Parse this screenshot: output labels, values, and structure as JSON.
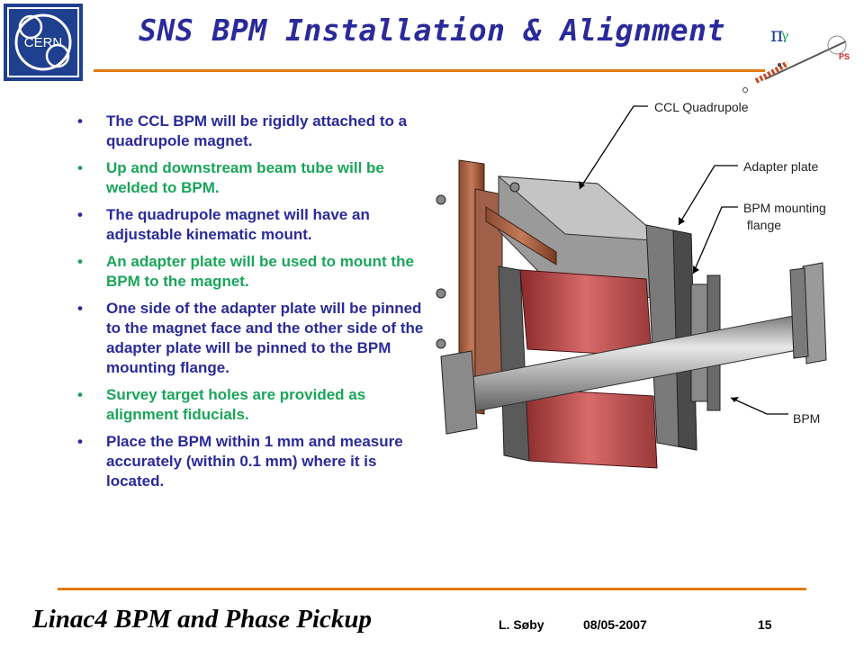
{
  "header": {
    "title": "SNS BPM Installation & Alignment",
    "logo_text": "CERN",
    "corner_logo_text": "PS"
  },
  "bullets": [
    {
      "text": "The CCL BPM will be rigidly attached to a quadrupole magnet.",
      "color": "#2a2a9a"
    },
    {
      "text": "Up and downstream beam tube will be welded to BPM.",
      "color": "#1aa55a"
    },
    {
      "text": "The quadrupole magnet will have an adjustable kinematic mount.",
      "color": "#2a2a9a"
    },
    {
      "text": "An adapter plate will be used to mount the BPM to the magnet.",
      "color": "#1aa55a"
    },
    {
      "text": "One side of the adapter plate will be pinned to the magnet face and the other side of the adapter plate will be pinned to the BPM mounting flange.",
      "color": "#2a2a9a"
    },
    {
      "text": "Survey target holes are provided as alignment fiducials.",
      "color": "#1aa55a"
    },
    {
      "text": "Place the BPM within 1 mm and measure accurately (within 0.1 mm) where it is located.",
      "color": "#2a2a9a"
    }
  ],
  "figure": {
    "callouts": {
      "quadrupole": "CCL Quadrupole",
      "adapter": "Adapter plate",
      "mounting_line1": "BPM mounting",
      "mounting_line2": " flange",
      "bpm": "BPM"
    }
  },
  "footer": {
    "title": "Linac4 BPM and Phase Pickup",
    "author": "L. Søby",
    "date": "08/05-2007",
    "page": "15"
  },
  "colors": {
    "accent_rule": "#e07a10",
    "title": "#2a2a9a",
    "green": "#1aa55a",
    "logo_blue": "#1f3f8f"
  }
}
